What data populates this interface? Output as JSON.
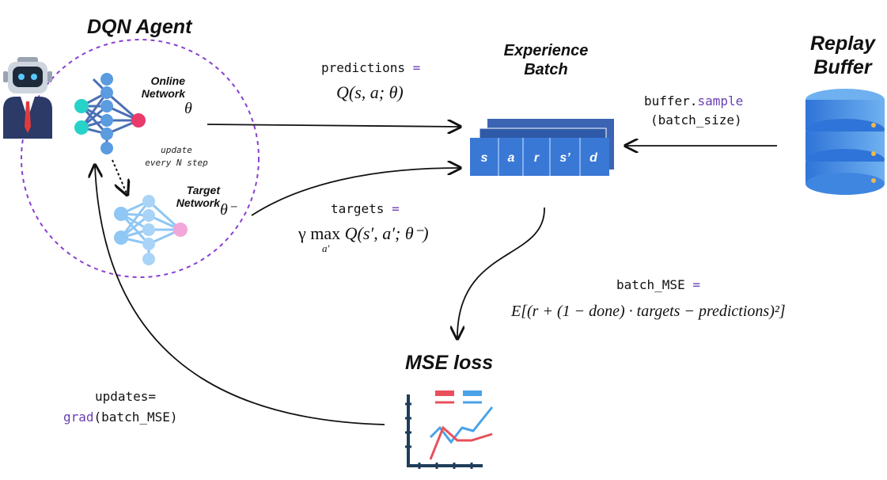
{
  "agent": {
    "title": "DQN Agent",
    "online_label_1": "Online",
    "online_label_2": "Network",
    "online_param": "θ",
    "target_label_1": "Target",
    "target_label_2": "Network",
    "target_param": "θ⁻",
    "update_note_1": "update",
    "update_note_2": "every N step"
  },
  "experience": {
    "title_1": "Experience",
    "title_2": "Batch",
    "cells": [
      "s",
      "a",
      "r",
      "s’",
      "d"
    ]
  },
  "replay": {
    "title_1": "Replay",
    "title_2": "Buffer",
    "call_1": "buffer.",
    "call_method": "sample",
    "call_2": "(batch_size)"
  },
  "predictions": {
    "label": "predictions",
    "eq": "=",
    "formula": "Q(s, a; θ)"
  },
  "targets": {
    "label": "targets",
    "eq": "=",
    "formula_pre": "γ max",
    "formula_sub": "a′",
    "formula_post": "Q(s′, a′; θ⁻)"
  },
  "batch_mse": {
    "label": "batch_MSE",
    "eq": "=",
    "formula": "E[(r + (1 − done) · targets − predictions)²]"
  },
  "mse_loss": {
    "title": "MSE loss"
  },
  "updates": {
    "label_1": "updates=",
    "fn": "grad",
    "label_2": "(batch_MSE)"
  },
  "colors": {
    "accent_purple": "#6a3fb4",
    "blue_dark": "#2e5aa8",
    "blue_light": "#5b9be0",
    "cyan": "#27d3c9",
    "pink": "#e83a6b",
    "chart_red": "#e8505b",
    "chart_blue": "#4aa3e8"
  }
}
